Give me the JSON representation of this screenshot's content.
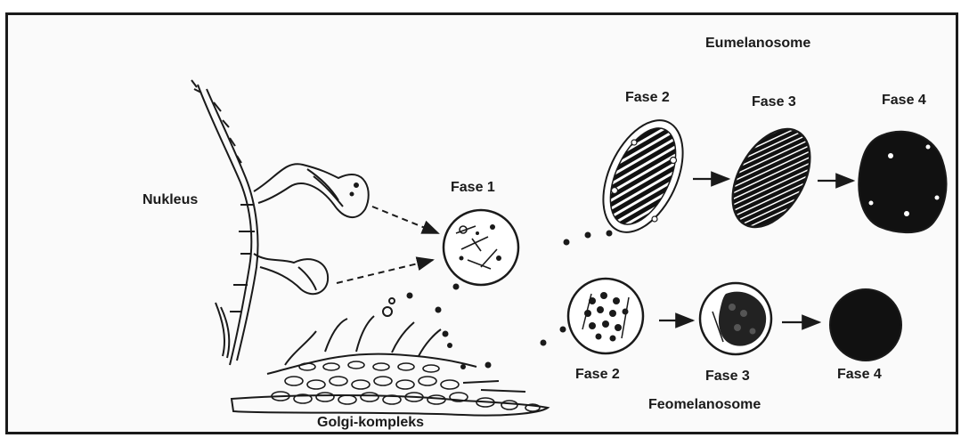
{
  "labels": {
    "eumelanosome": "Eumelanosome",
    "feomelanosome": "Feomelanosome",
    "nucleus": "Nukleus",
    "golgi": "Golgi-kompleks",
    "eu_phase2": "Fase 2",
    "eu_phase3": "Fase 3",
    "eu_phase4": "Fase 4",
    "phase1": "Fase 1",
    "feo_phase2": "Fase 2",
    "feo_phase3": "Fase 3",
    "feo_phase4": "Fase 4"
  },
  "colors": {
    "ink": "#1a1a1a",
    "paper": "#fafafa",
    "melanin": "#111111"
  }
}
